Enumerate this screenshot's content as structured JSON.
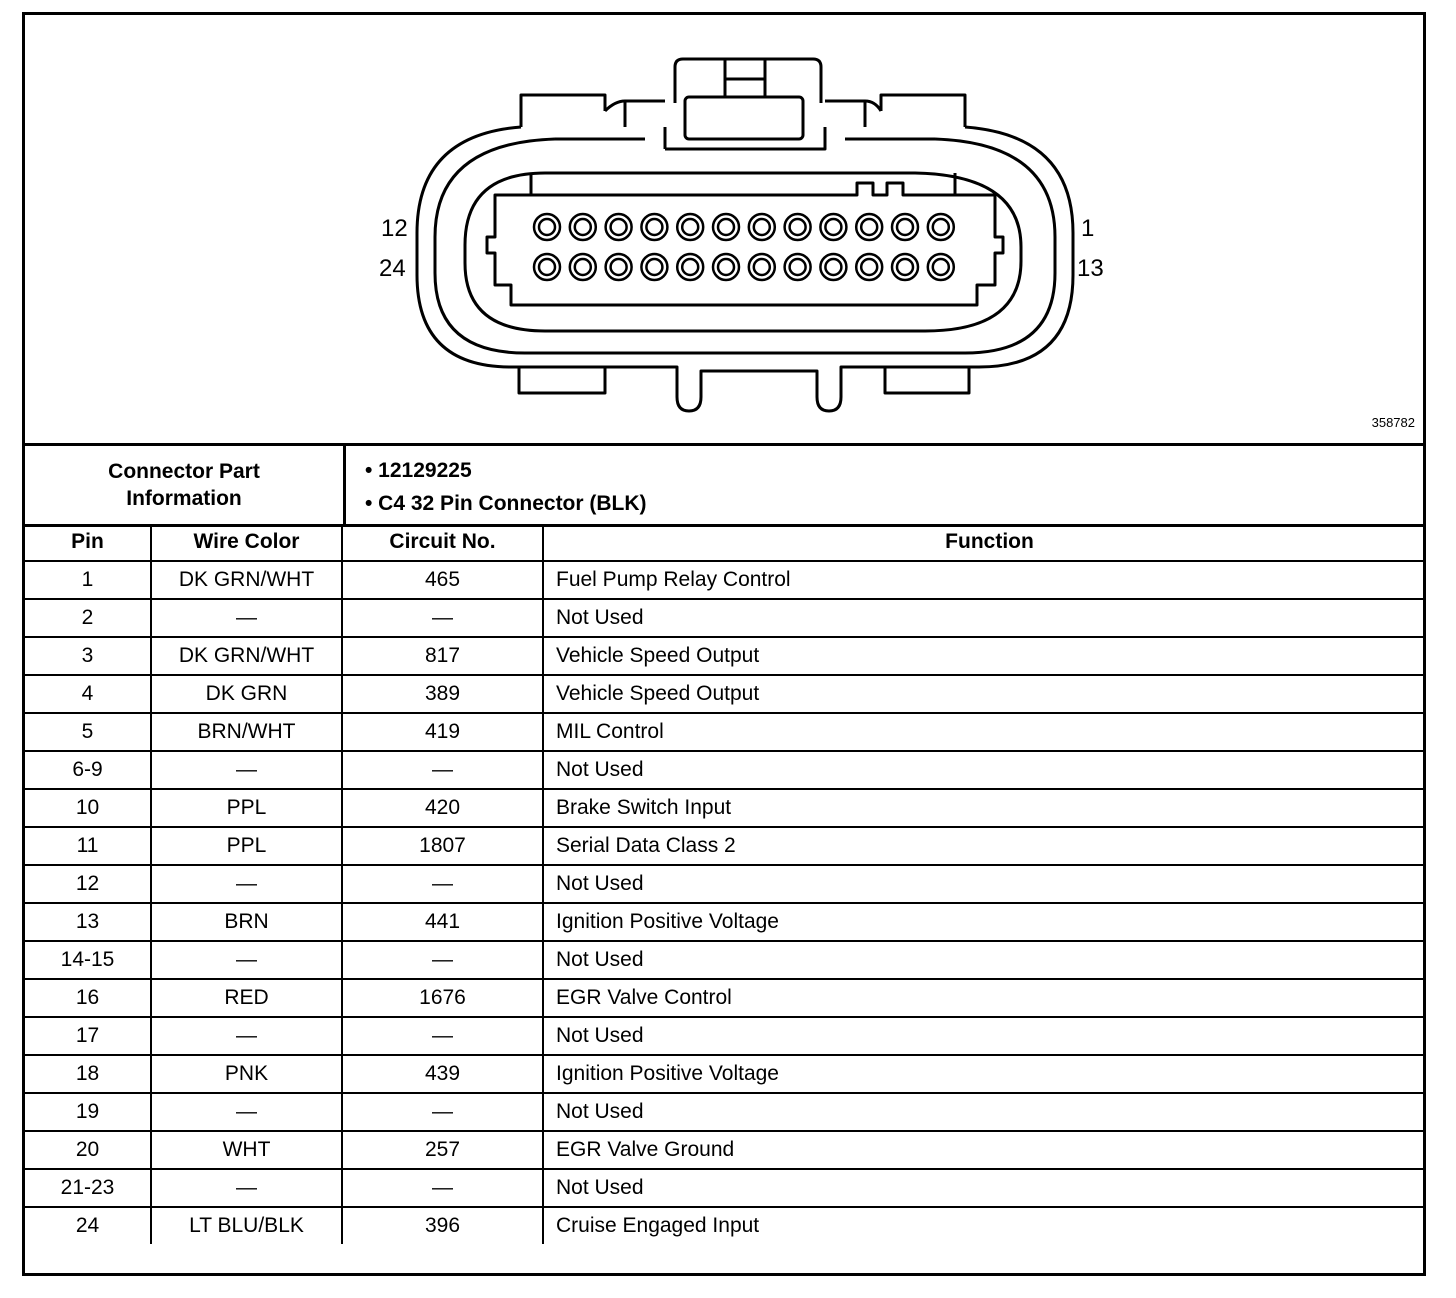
{
  "diagram": {
    "figure_id": "358782",
    "pin_labels": {
      "top_left": "12",
      "bottom_left": "24",
      "top_right": "1",
      "bottom_right": "13"
    },
    "pins_per_row": 12,
    "rows": 2
  },
  "connector_info": {
    "label": "Connector Part Information",
    "values": [
      "• 12129225",
      "• C4 32 Pin Connector (BLK)"
    ]
  },
  "table": {
    "headers": [
      "Pin",
      "Wire Color",
      "Circuit No.",
      "Function"
    ],
    "rows": [
      [
        "1",
        "DK GRN/WHT",
        "465",
        "Fuel Pump Relay Control"
      ],
      [
        "2",
        "—",
        "—",
        "Not Used"
      ],
      [
        "3",
        "DK GRN/WHT",
        "817",
        "Vehicle Speed Output"
      ],
      [
        "4",
        "DK GRN",
        "389",
        "Vehicle Speed Output"
      ],
      [
        "5",
        "BRN/WHT",
        "419",
        "MIL Control"
      ],
      [
        "6-9",
        "—",
        "—",
        "Not Used"
      ],
      [
        "10",
        "PPL",
        "420",
        "Brake Switch Input"
      ],
      [
        "11",
        "PPL",
        "1807",
        "Serial Data Class 2"
      ],
      [
        "12",
        "—",
        "—",
        "Not Used"
      ],
      [
        "13",
        "BRN",
        "441",
        "Ignition Positive Voltage"
      ],
      [
        "14-15",
        "—",
        "—",
        "Not Used"
      ],
      [
        "16",
        "RED",
        "1676",
        "EGR Valve Control"
      ],
      [
        "17",
        "—",
        "—",
        "Not Used"
      ],
      [
        "18",
        "PNK",
        "439",
        "Ignition Positive Voltage"
      ],
      [
        "19",
        "—",
        "—",
        "Not Used"
      ],
      [
        "20",
        "WHT",
        "257",
        "EGR Valve Ground"
      ],
      [
        "21-23",
        "—",
        "—",
        "Not Used"
      ],
      [
        "24",
        "LT BLU/BLK",
        "396",
        "Cruise Engaged Input"
      ]
    ]
  }
}
